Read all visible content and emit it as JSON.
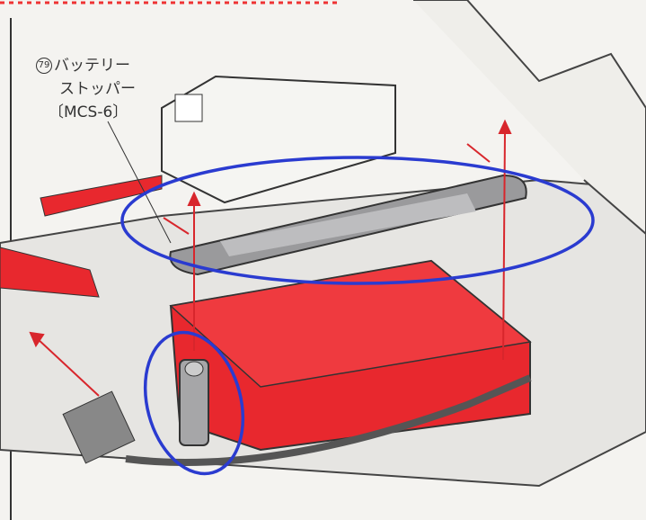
{
  "part_label": {
    "number": "79",
    "line1": "バッテリー",
    "line2": "ストッパー",
    "line3": "〔MCS-6〕"
  },
  "colors": {
    "battery": "#e8282e",
    "highlight": "#2a3bd0",
    "arrow": "#d8262c"
  }
}
